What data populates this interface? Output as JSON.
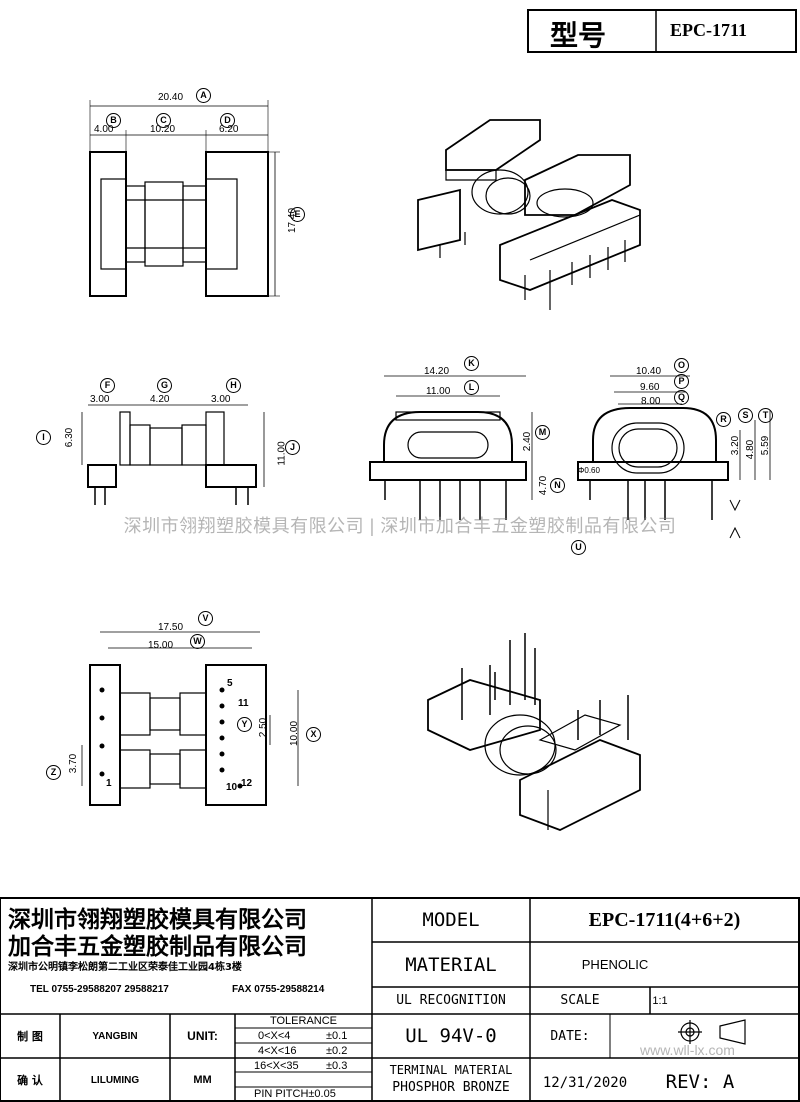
{
  "header": {
    "model_label": "型号",
    "model_value": "EPC-1711"
  },
  "watermark": {
    "text": "深圳市翎翔塑胶模具有限公司 | 深圳市加合丰五金塑胶制品有限公司",
    "site": "www.wll-lx.com"
  },
  "dimensions": {
    "top": {
      "A": "20.40",
      "B": "4.00",
      "C": "10.20",
      "D": "6.20",
      "E": "17.40"
    },
    "side": {
      "F": "3.00",
      "G": "4.20",
      "H": "3.00",
      "I": "6.30",
      "J": "11.00"
    },
    "front": {
      "K": "14.20",
      "L": "11.00",
      "M": "2.40",
      "N": "4.70"
    },
    "end": {
      "O": "10.40",
      "P": "9.60",
      "Q": "8.00",
      "R": "3.20",
      "S": "4.80",
      "T": "5.59",
      "U": "Φ0.60"
    },
    "bottom": {
      "V": "17.50",
      "W": "15.00",
      "X": "10.00",
      "Y": "2.50",
      "Z": "3.70"
    },
    "callouts": [
      "A",
      "B",
      "C",
      "D",
      "E",
      "F",
      "G",
      "H",
      "I",
      "J",
      "K",
      "L",
      "M",
      "N",
      "O",
      "P",
      "Q",
      "R",
      "S",
      "T",
      "U",
      "V",
      "W",
      "X",
      "Y",
      "Z"
    ],
    "pins": {
      "p1": "1",
      "p5": "5",
      "p11": "11",
      "p10": "10",
      "p12": "12"
    }
  },
  "title_block": {
    "company1": "深圳市翎翔塑胶模具有限公司",
    "company2": "加合丰五金塑胶制品有限公司",
    "address": "深圳市公明镇李松朗第二工业区荣泰佳工业园4栋3楼",
    "tel": "TEL 0755-29588207 29588217",
    "fax": "FAX 0755-29588214",
    "model_label": "MODEL",
    "model_value": "EPC-1711(4+6+2)",
    "material_label": "MATERIAL",
    "material_value": "PHENOLIC",
    "ul_label": "UL RECOGNITION",
    "ul_value": "UL 94V-0",
    "scale_label": "SCALE",
    "scale_value": "1:1",
    "date_label": "DATE:",
    "date_value": "12/31/2020",
    "rev": "REV: A",
    "terminal_label": "TERMINAL MATERIAL",
    "terminal_value": "PHOSPHOR BRONZE",
    "drawn_label": "制 图",
    "drawn_by": "YANGBIN",
    "checked_label": "确 认",
    "checked_by": "LILUMING",
    "unit_label": "UNIT:",
    "unit_value": "MM",
    "tolerance_label": "TOLERANCE",
    "tolerances": [
      {
        "range": "0<X<4",
        "tol": "±0.1"
      },
      {
        "range": "4<X<16",
        "tol": "±0.2"
      },
      {
        "range": "16<X<35",
        "tol": "±0.3"
      }
    ],
    "pin_pitch": "PIN PITCH±0.05"
  }
}
